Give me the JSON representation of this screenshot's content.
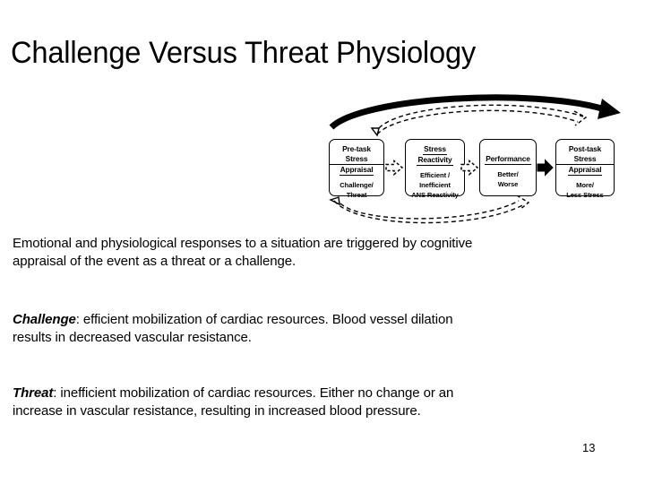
{
  "slide": {
    "title": "Challenge Versus Threat Physiology",
    "page_number": "13"
  },
  "diagram": {
    "name": "stress-appraisal-process-model",
    "boxes": [
      {
        "id": "pre-task-stress-appraisal",
        "head_line1": "Pre-task Stress",
        "head_line2": "Appraisal",
        "body_line1": "Challenge/",
        "body_line2": "Threat",
        "body_line3": ""
      },
      {
        "id": "stress-reactivity",
        "head_line1": "Stress",
        "head_line2": "Reactivity",
        "body_line1": "Efficient /",
        "body_line2": "Inefficient",
        "body_line3": "ANS Reactivity"
      },
      {
        "id": "performance",
        "head_line1": "Performance",
        "head_line2": "",
        "body_line1": "Better/",
        "body_line2": "Worse",
        "body_line3": ""
      },
      {
        "id": "post-task-stress-appraisal",
        "head_line1": "Post-task Stress",
        "head_line2": "Appraisal",
        "body_line1": "More/",
        "body_line2": "Less Stress",
        "body_line3": ""
      }
    ],
    "connectors": [
      {
        "id": "arrow-pre-to-reactivity",
        "style": "dashed-outline",
        "direction": "right"
      },
      {
        "id": "arrow-reactivity-to-performance",
        "style": "dashed-outline",
        "direction": "right"
      },
      {
        "id": "arrow-performance-to-post",
        "style": "solid-filled",
        "direction": "right"
      },
      {
        "id": "feedback-arc-top-solid",
        "style": "solid-thick-curve",
        "direction": "left-to-right"
      },
      {
        "id": "feedback-arc-top-dashed",
        "style": "dashed-outline-curve",
        "direction": "left-to-right"
      },
      {
        "id": "feedback-arc-bottom-dashed",
        "style": "dashed-outline-curve",
        "direction": "left-to-right"
      }
    ],
    "colors": {
      "stroke": "#000000",
      "fill": "#ffffff"
    }
  },
  "body": {
    "paragraph_1": "Emotional and physiological responses to a situation are triggered by cognitive appraisal of the event as a threat or a challenge.",
    "paragraph_2": {
      "term": "Challenge",
      "text": ": efficient mobilization of cardiac resources. Blood vessel dilation results in decreased vascular resistance."
    },
    "paragraph_3": {
      "term": "Threat",
      "text": ": inefficient mobilization of cardiac resources. Either no change or an increase in vascular resistance, resulting in increased blood pressure."
    }
  }
}
